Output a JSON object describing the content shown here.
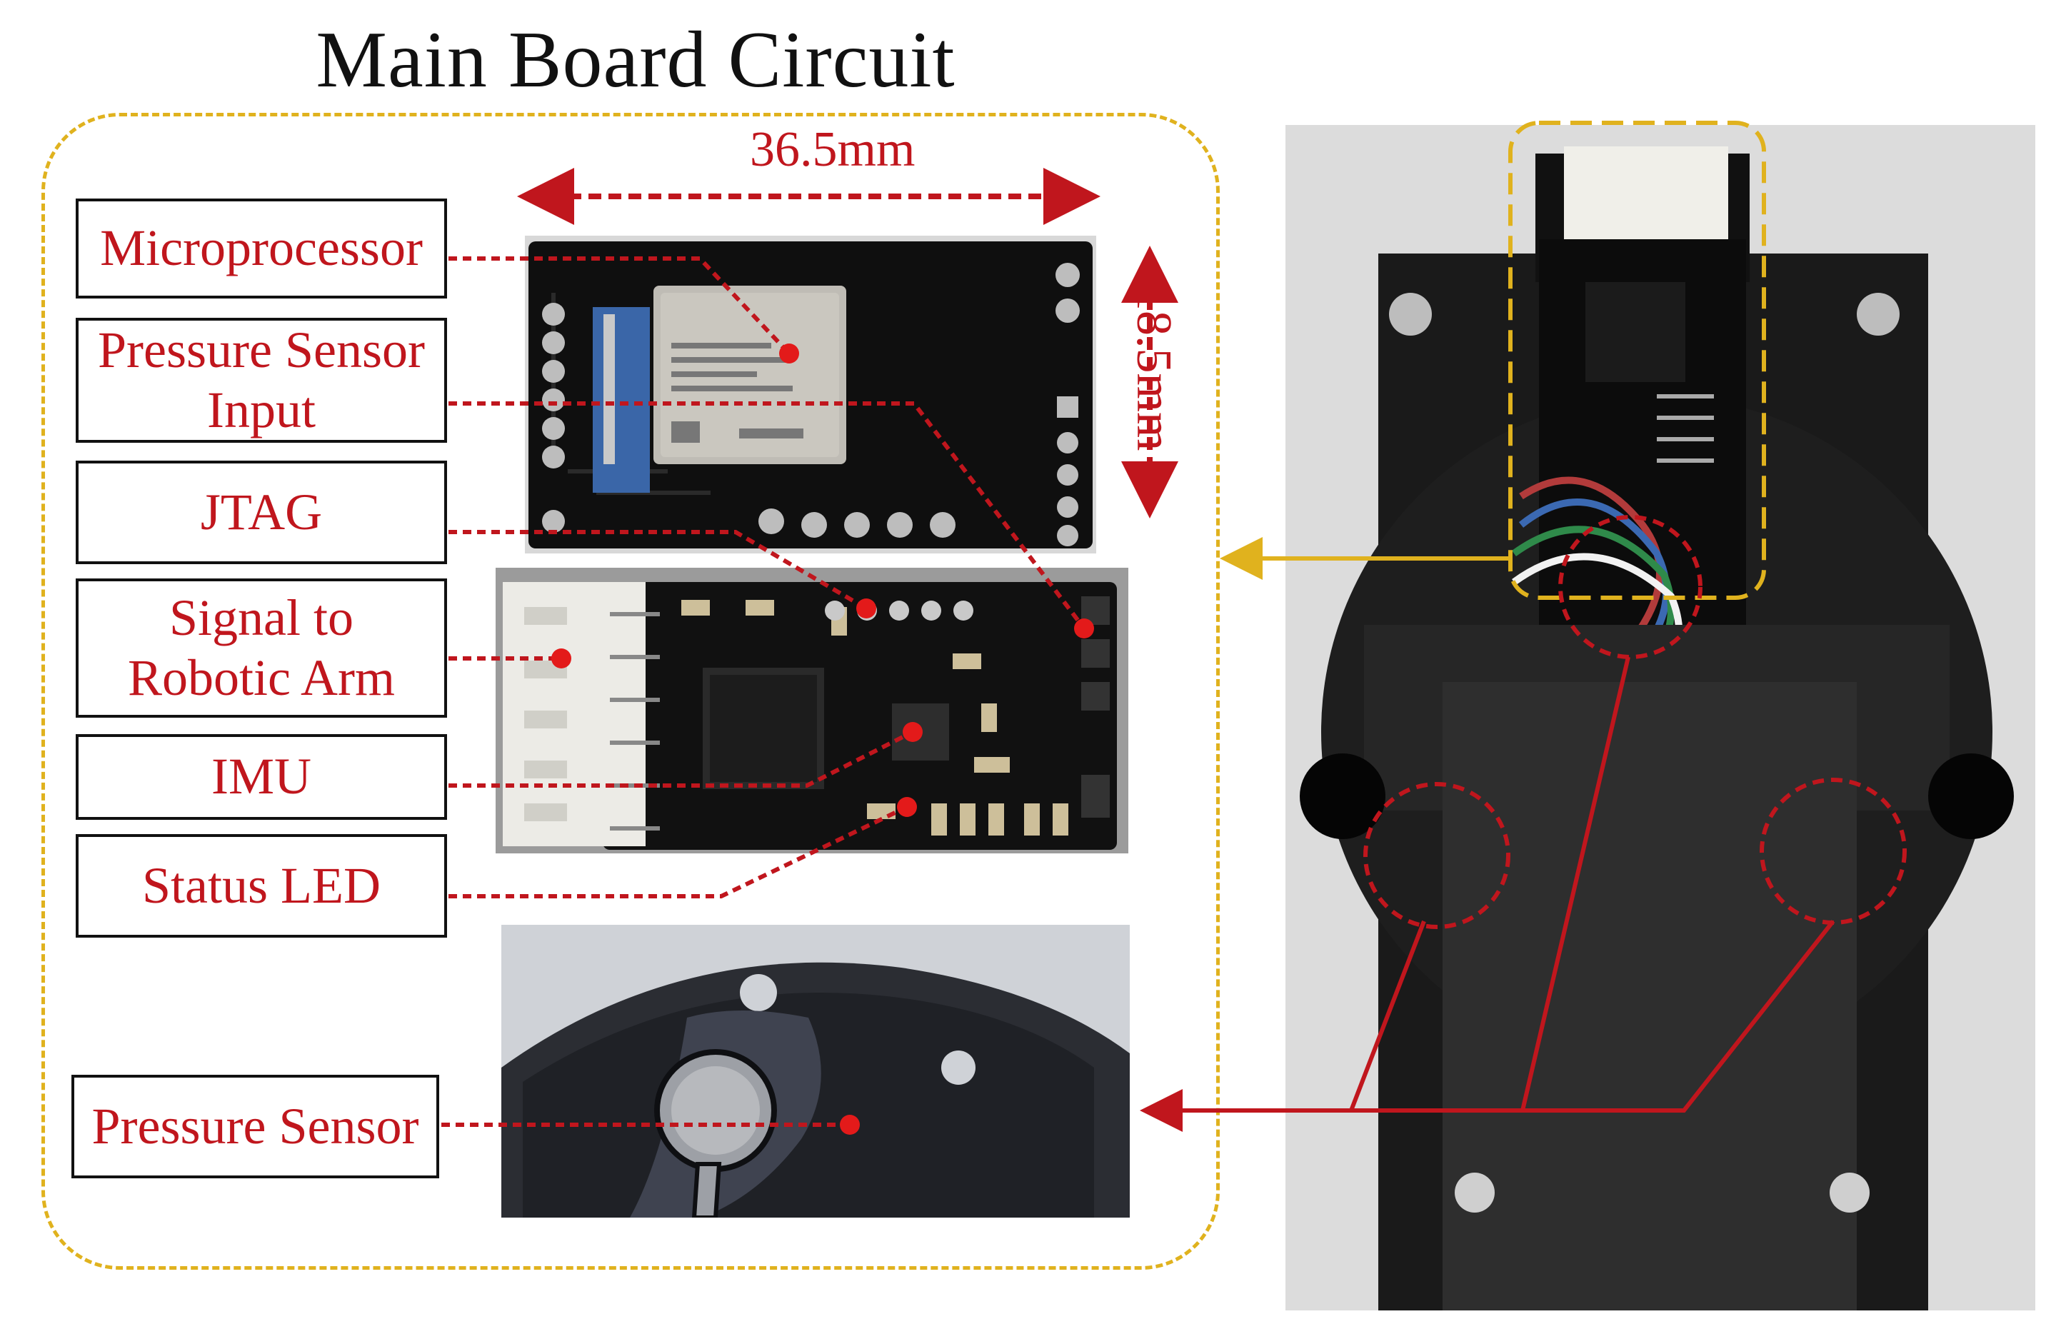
{
  "title": "Main Board Circuit",
  "dimensions": {
    "width": "36.5mm",
    "height": "18.5mm"
  },
  "labels": {
    "microprocessor": "Microprocessor",
    "pressure_input_1": "Pressure Sensor",
    "pressure_input_2": "Input",
    "jtag": "JTAG",
    "signal_1": "Signal to",
    "signal_2": "Robotic Arm",
    "imu": "IMU",
    "status_led": "Status LED",
    "pressure_sensor": "Pressure Sensor"
  },
  "colors": {
    "annotation": "#c0161d",
    "panel_border": "#e0b21e",
    "pcb": "#111111"
  }
}
